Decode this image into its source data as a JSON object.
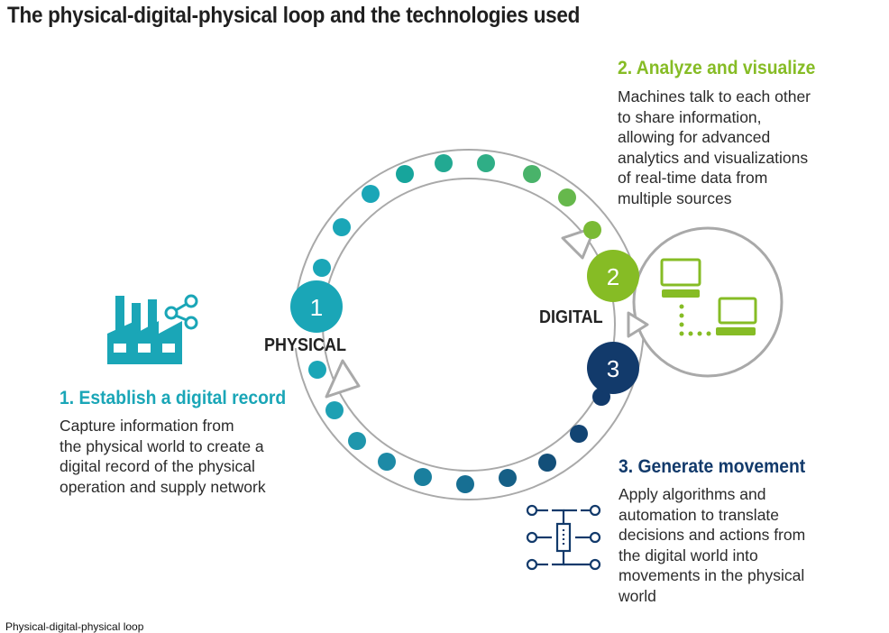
{
  "title": "The physical-digital-physical loop and the technologies used",
  "colors": {
    "teal": "#1aa6b7",
    "green": "#86bc25",
    "navy": "#123a6b",
    "grey": "#a5a5a5"
  },
  "steps": [
    {
      "number": "1",
      "label": "PHYSICAL",
      "heading": "1. Establish a digital record",
      "body": "Capture information from\nthe physical world to create a\ndigital record of the physical\noperation and supply network",
      "icon": "factory-share-icon"
    },
    {
      "number": "2",
      "label": "DIGITAL",
      "heading": "2. Analyze and visualize",
      "body": "Machines talk to each other\nto share information,\nallowing for advanced\nanalytics and  visualizations\nof real-time data from\nmultiple sources",
      "icon": "connected-computers-icon"
    },
    {
      "number": "3",
      "heading": "3. Generate movement",
      "body": "Apply algorithms and\nautomation to translate\ndecisions and actions from\nthe digital world into\nmovements in the physical\nworld",
      "icon": "network-nodes-icon"
    }
  ],
  "footer": "Physical-digital-physical loop"
}
